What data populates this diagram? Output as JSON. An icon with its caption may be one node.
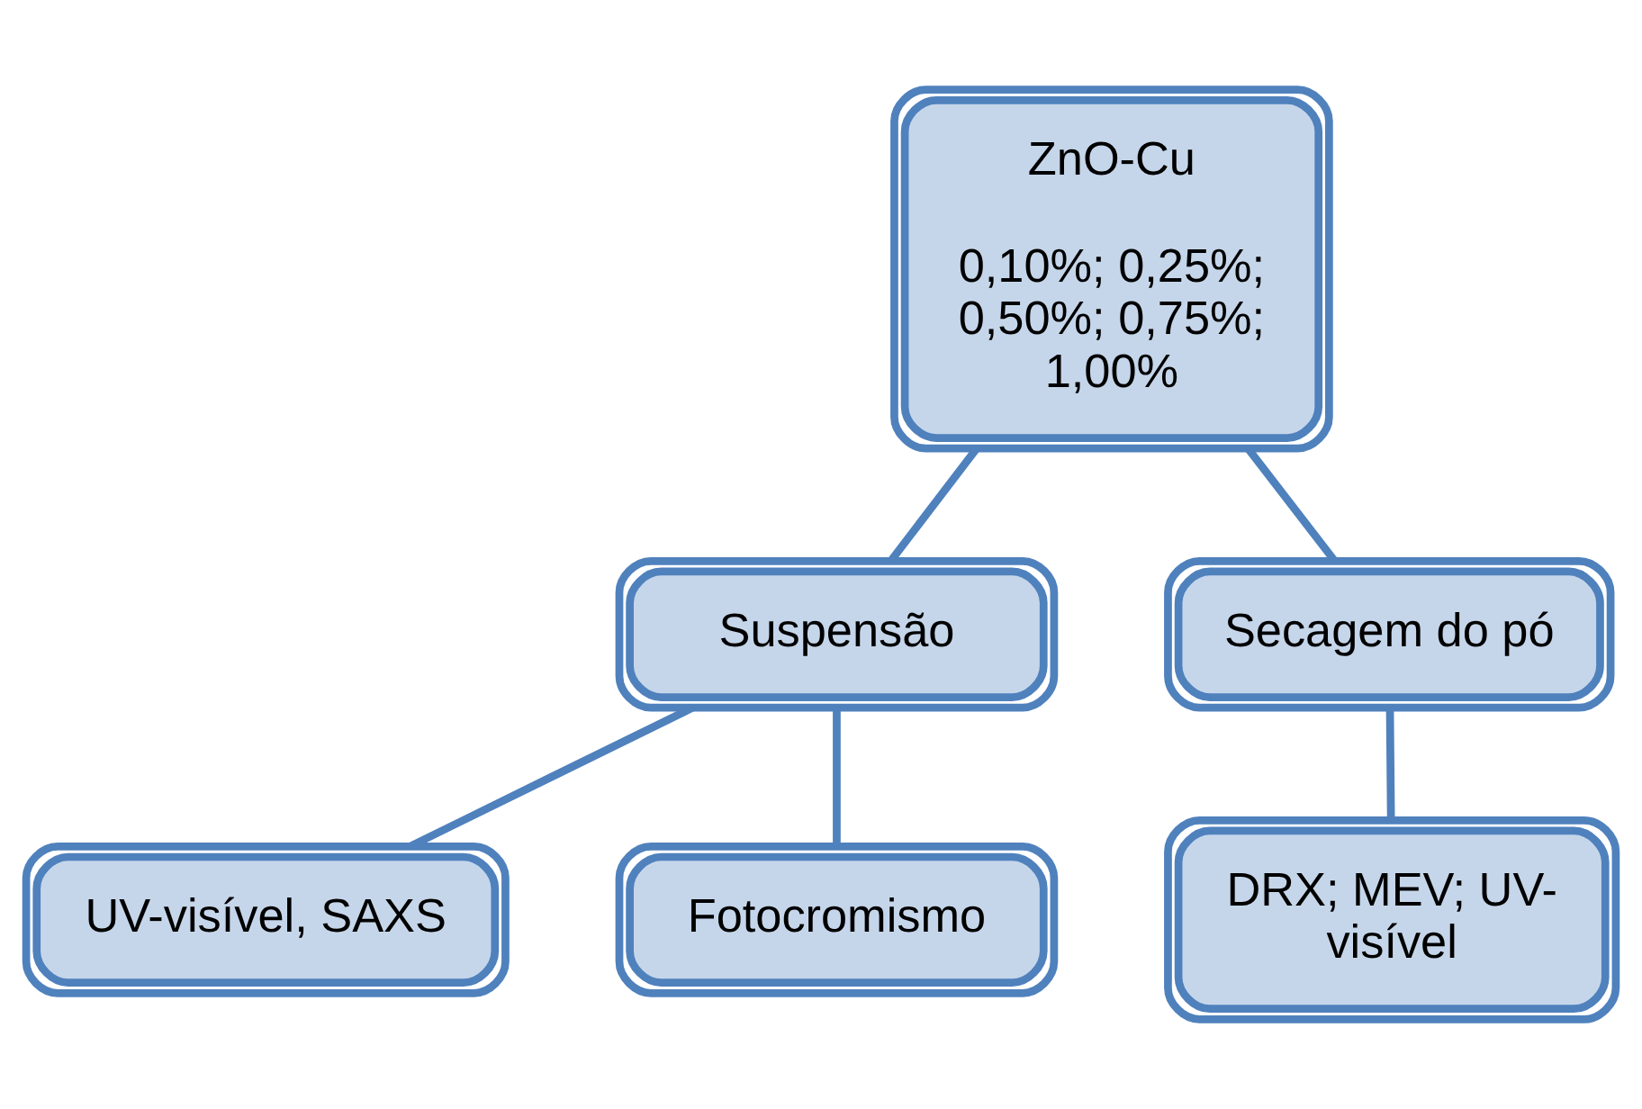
{
  "diagram": {
    "nodes": [
      {
        "text": [
          "ZnO-Cu",
          "0,10%; 0,25%; 0,50%; 0,75%; 1,00%"
        ]
      },
      {
        "text": [
          "Suspensão"
        ]
      },
      {
        "text": [
          "Secagem do pó"
        ]
      },
      {
        "text": [
          "UV-visível, SAXS"
        ]
      },
      {
        "text": [
          "Fotocromismo"
        ]
      },
      {
        "text": [
          "DRX; MEV; UV-visível"
        ]
      }
    ],
    "edges": [
      {
        "from": 0,
        "to": 1,
        "arrow": "none"
      },
      {
        "from": 0,
        "to": 2,
        "arrow": "none"
      },
      {
        "from": 1,
        "to": 3,
        "arrow": "none"
      },
      {
        "from": 1,
        "to": 4,
        "arrow": "none"
      },
      {
        "from": 2,
        "to": 5,
        "arrow": "none"
      }
    ]
  }
}
